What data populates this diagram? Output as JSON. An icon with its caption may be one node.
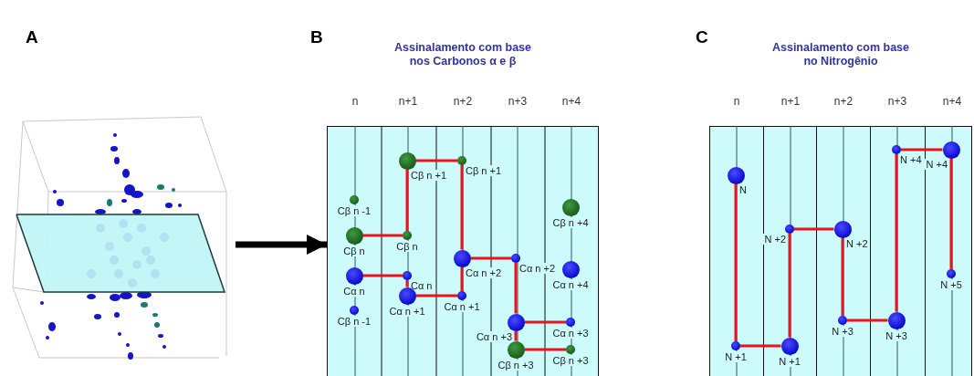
{
  "diagram": {
    "nodes": [
      {
        "text": [],
        "shape": "picture"
      },
      {
        "text": [
          "Assinalamento com base nos Carbonos α e β"
        ]
      },
      {
        "text": [
          "Cβ n -1"
        ],
        "in": 1
      },
      {
        "text": [
          "Cβ n"
        ],
        "in": 1
      },
      {
        "text": [
          "Cα n"
        ],
        "in": 1
      },
      {
        "text": [
          "Cβ n -1"
        ],
        "in": 1
      },
      {
        "text": [
          "Cβ n +1"
        ],
        "in": 1
      },
      {
        "text": [
          "Cβ n"
        ],
        "in": 1
      },
      {
        "text": [
          "Cα n"
        ],
        "in": 1
      },
      {
        "text": [
          "Cα n +1"
        ],
        "in": 1
      },
      {
        "text": [
          "Cβ n +1"
        ],
        "in": 1
      },
      {
        "text": [
          "Cα n +2"
        ],
        "in": 1
      },
      {
        "text": [
          "Cα n +1"
        ],
        "in": 1
      },
      {
        "text": [
          "Cα n +2"
        ],
        "in": 1
      },
      {
        "text": [
          "Cα n +3"
        ],
        "in": 1
      },
      {
        "text": [
          "Cβ n +3"
        ],
        "in": 1
      },
      {
        "text": [
          "Cβ n +4"
        ],
        "in": 1
      },
      {
        "text": [
          "Cα n +4"
        ],
        "in": 1
      },
      {
        "text": [
          "Cα n +3"
        ],
        "in": 1
      },
      {
        "text": [
          "Cβ n +3"
        ],
        "in": 1
      },
      {
        "text": [
          "Assinalamento com base no Nitrogênio"
        ]
      },
      {
        "text": [
          "N"
        ],
        "in": 20
      },
      {
        "text": [
          "N +1"
        ],
        "in": 20
      },
      {
        "text": [
          "N +2"
        ],
        "in": 20
      },
      {
        "text": [
          "N +1"
        ],
        "in": 20
      },
      {
        "text": [
          "N +2"
        ],
        "in": 20
      },
      {
        "text": [
          "N +3"
        ],
        "in": 20
      },
      {
        "text": [
          "N +4"
        ],
        "in": 20
      },
      {
        "text": [
          "N +3"
        ],
        "in": 20
      },
      {
        "text": [
          "N +4"
        ],
        "in": 20
      },
      {
        "text": [
          "N +5"
        ],
        "in": 20
      }
    ],
    "edges": [
      {
        "from": 0,
        "to": 1,
        "arrow": "to",
        "style": "thick",
        "color": "#000000"
      },
      {
        "from": 3,
        "to": 7,
        "arrow": "none"
      },
      {
        "from": 7,
        "to": 6,
        "arrow": "none"
      },
      {
        "from": 6,
        "to": 10,
        "arrow": "none"
      },
      {
        "from": 10,
        "to": 11,
        "arrow": "none"
      },
      {
        "from": 11,
        "to": 12,
        "arrow": "none"
      },
      {
        "from": 12,
        "to": 9,
        "arrow": "none"
      },
      {
        "from": 9,
        "to": 8,
        "arrow": "none"
      },
      {
        "from": 8,
        "to": 4,
        "arrow": "none"
      },
      {
        "from": 11,
        "to": 13,
        "arrow": "none"
      },
      {
        "from": 13,
        "to": 14,
        "arrow": "none"
      },
      {
        "from": 14,
        "to": 15,
        "arrow": "none"
      },
      {
        "from": 14,
        "to": 18,
        "arrow": "none"
      },
      {
        "from": 15,
        "to": 19,
        "arrow": "none"
      },
      {
        "from": 21,
        "to": 22,
        "arrow": "none"
      },
      {
        "from": 22,
        "to": 24,
        "arrow": "none"
      },
      {
        "from": 24,
        "to": 23,
        "arrow": "none"
      },
      {
        "from": 23,
        "to": 25,
        "arrow": "none"
      },
      {
        "from": 25,
        "to": 26,
        "arrow": "none"
      },
      {
        "from": 26,
        "to": 28,
        "arrow": "none"
      },
      {
        "from": 28,
        "to": 27,
        "arrow": "none"
      },
      {
        "from": 27,
        "to": 29,
        "arrow": "none"
      },
      {
        "from": 29,
        "to": 30,
        "arrow": "none"
      }
    ],
    "labels": [
      "A",
      "B",
      "C",
      "n",
      "n+1",
      "n+2",
      "n+3",
      "n+4",
      "n",
      "n+1",
      "n+2",
      "n+3",
      "n+4"
    ]
  }
}
